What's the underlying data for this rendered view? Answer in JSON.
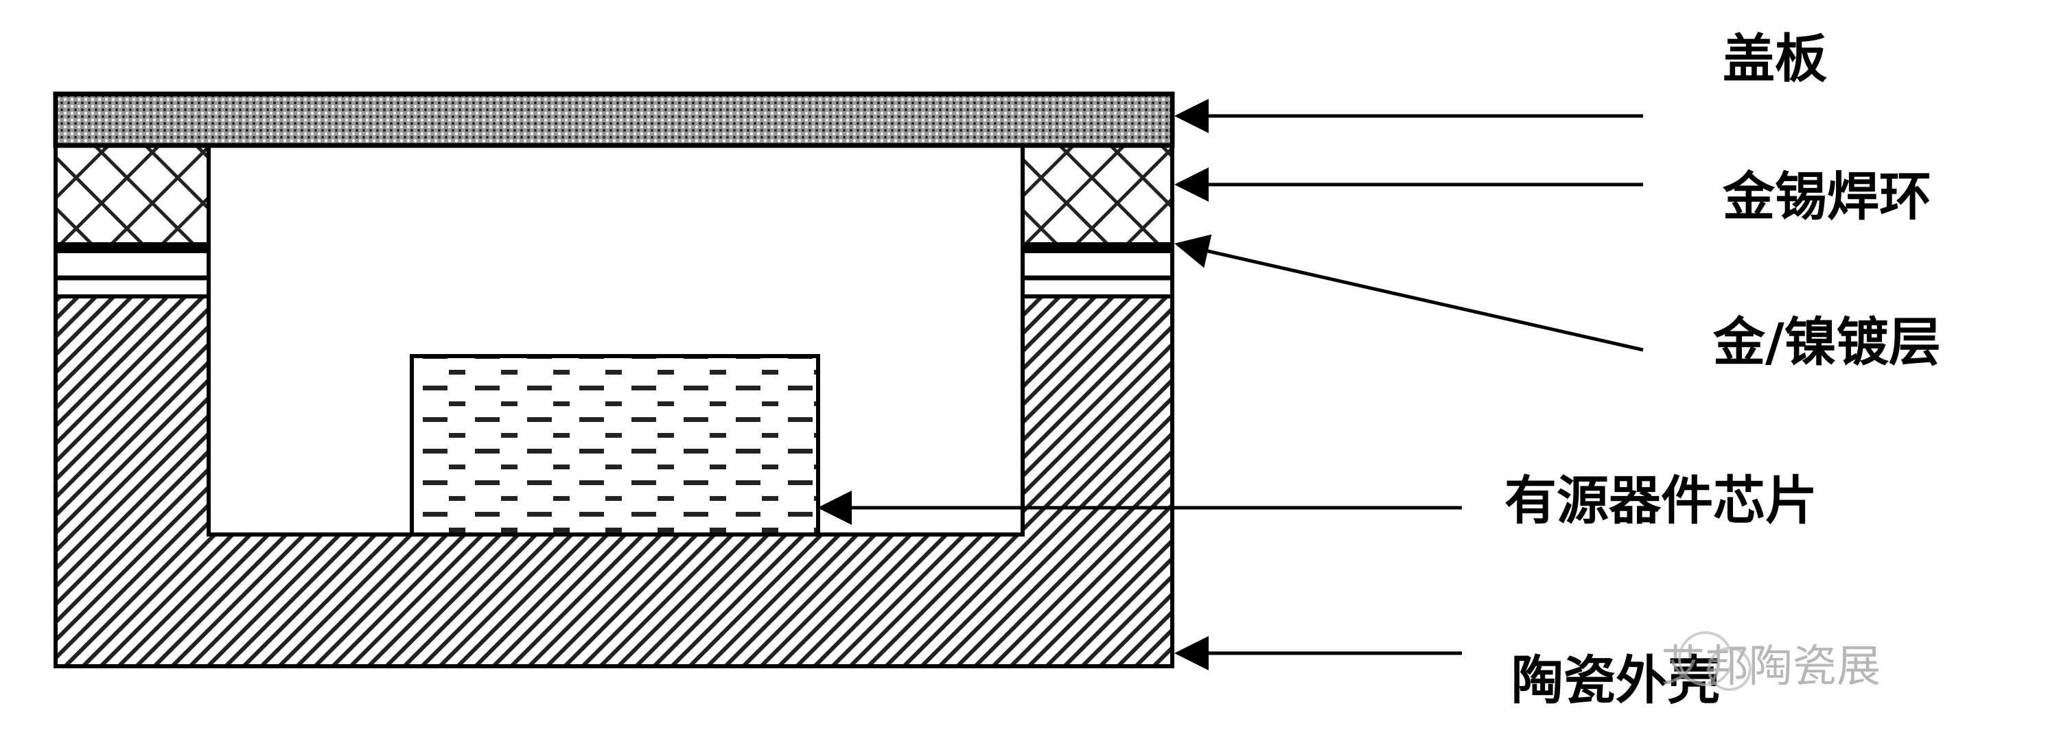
{
  "labels": {
    "lid": "盖板",
    "solder_ring": "金锡焊环",
    "plating": "金/镍镀层",
    "chip": "有源器件芯片",
    "shell": "陶瓷外壳"
  },
  "watermark": "艾邦陶瓷展",
  "colors": {
    "line": "#000000",
    "watermark": "#9a9a9a"
  }
}
